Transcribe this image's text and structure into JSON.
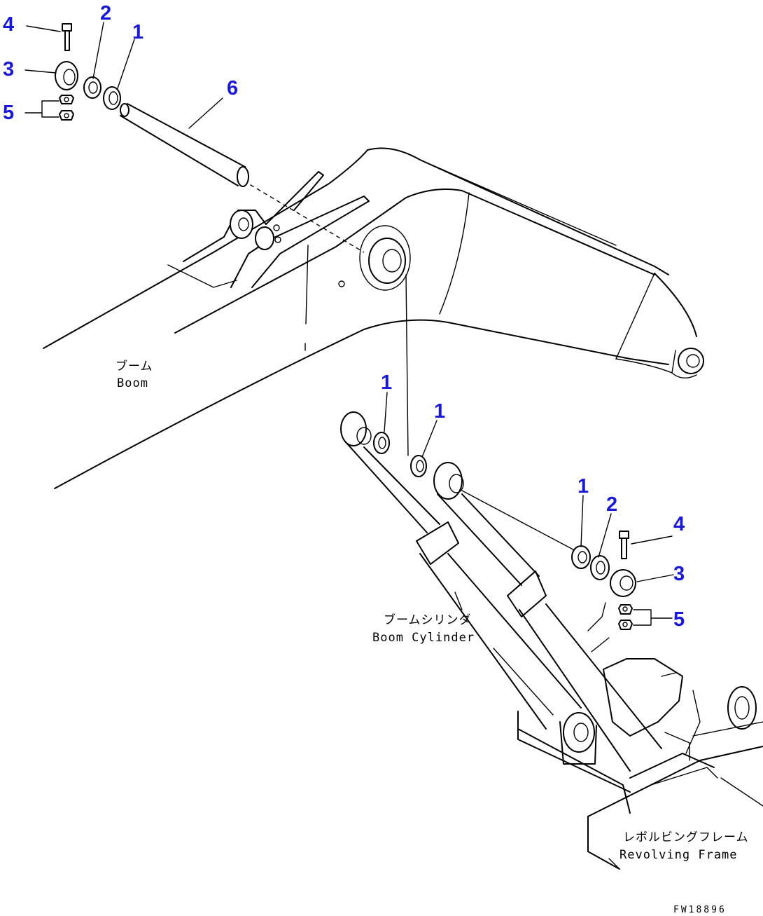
{
  "labels": {
    "boom_jp": "ブーム",
    "boom_en": "Boom",
    "cylinder_jp": "ブームシリンダ",
    "cylinder_en": "Boom Cylinder",
    "frame_jp": "レボルビングフレーム",
    "frame_en": "Revolving Frame"
  },
  "drawing_code": "FW18896",
  "callouts": {
    "tl_4": "4",
    "tl_2": "2",
    "tl_1": "1",
    "tl_3": "3",
    "tl_5": "5",
    "tl_6": "6",
    "mid_1a": "1",
    "mid_1b": "1",
    "r_1": "1",
    "r_2": "2",
    "r_4": "4",
    "r_3": "3",
    "r_5": "5"
  },
  "colors": {
    "callout": "#1a1ad6",
    "line": "#000000"
  }
}
